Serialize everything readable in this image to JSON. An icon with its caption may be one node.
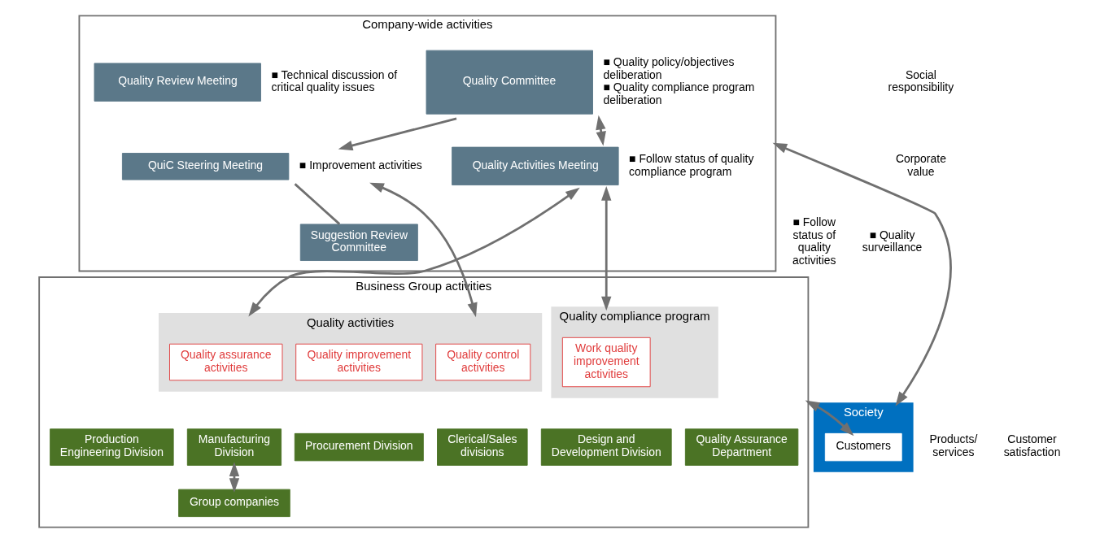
{
  "diagram": {
    "nodes": [
      {
        "text": [
          "Society"
        ]
      },
      {
        "text": [
          "Customers"
        ],
        "in": 0
      },
      {
        "text": [
          "Company-wide activities"
        ]
      },
      {
        "text": [
          "Quality Committee"
        ],
        "in": 2,
        "beside": [
          "■ Quality policy/objectives deliberation",
          "■ Quality compliance program deliberation"
        ]
      },
      {
        "text": [
          "Quality Review Meeting"
        ],
        "in": 2,
        "beside": [
          "■ Technical discussion of critical quality issues"
        ]
      },
      {
        "text": [
          "Quality Activities Meeting"
        ],
        "in": 2,
        "beside": [
          "■ Follow status of quality compliance program"
        ]
      },
      {
        "text": [
          "QuiC Steering Meeting"
        ],
        "in": 2,
        "beside": [
          "■ Improvement activities"
        ]
      },
      {
        "text": [
          "Suggestion Review Committee"
        ],
        "in": 2
      },
      {
        "text": [
          "Business Group activities"
        ]
      },
      {
        "text": [
          "Quality compliance program"
        ],
        "in": 8
      },
      {
        "text": [
          "Work quality improvement activities"
        ],
        "in": 9
      },
      {
        "text": [
          "Quality activities"
        ],
        "in": 8
      },
      {
        "text": [
          "Quality assurance activities"
        ],
        "in": 11
      },
      {
        "text": [
          "Quality control activities"
        ],
        "in": 11
      },
      {
        "text": [
          "Quality improvement activities"
        ],
        "in": 11
      },
      {
        "text": [
          "Quality Assurance Department"
        ],
        "in": 8
      },
      {
        "text": [
          "Design and Development Division"
        ],
        "in": 8
      },
      {
        "text": [
          "Production Engineering Division"
        ],
        "in": 8
      },
      {
        "text": [
          "Manufacturing Division"
        ],
        "in": 8
      },
      {
        "text": [
          "Clerical/Sales divisions"
        ],
        "in": 8
      },
      {
        "text": [
          "Procurement Division"
        ],
        "in": 8
      },
      {
        "text": [
          "Group companies"
        ],
        "in": 8
      }
    ],
    "edges": [
      {
        "from": 0,
        "to": 2,
        "arrow": "both"
      },
      {
        "from": 1,
        "to": 8,
        "arrow": "both"
      },
      {
        "from": 3,
        "to": 5,
        "arrow": "both"
      },
      {
        "from": 3,
        "to": 6,
        "arrow": "to"
      },
      {
        "from": 6,
        "to": 7,
        "arrow": "none"
      },
      {
        "from": 5,
        "to": 9,
        "arrow": "both"
      },
      {
        "from": 5,
        "to": 11,
        "arrow": "both"
      },
      {
        "from": 6,
        "to": 11,
        "arrow": "both"
      },
      {
        "from": 18,
        "to": 21,
        "arrow": "both"
      }
    ],
    "labels": [
      "Social responsibility",
      "Corporate value",
      "■ Follow status of quality activities",
      "■ Quality surveillance",
      "Products/ services",
      "Customer satisfaction"
    ]
  }
}
